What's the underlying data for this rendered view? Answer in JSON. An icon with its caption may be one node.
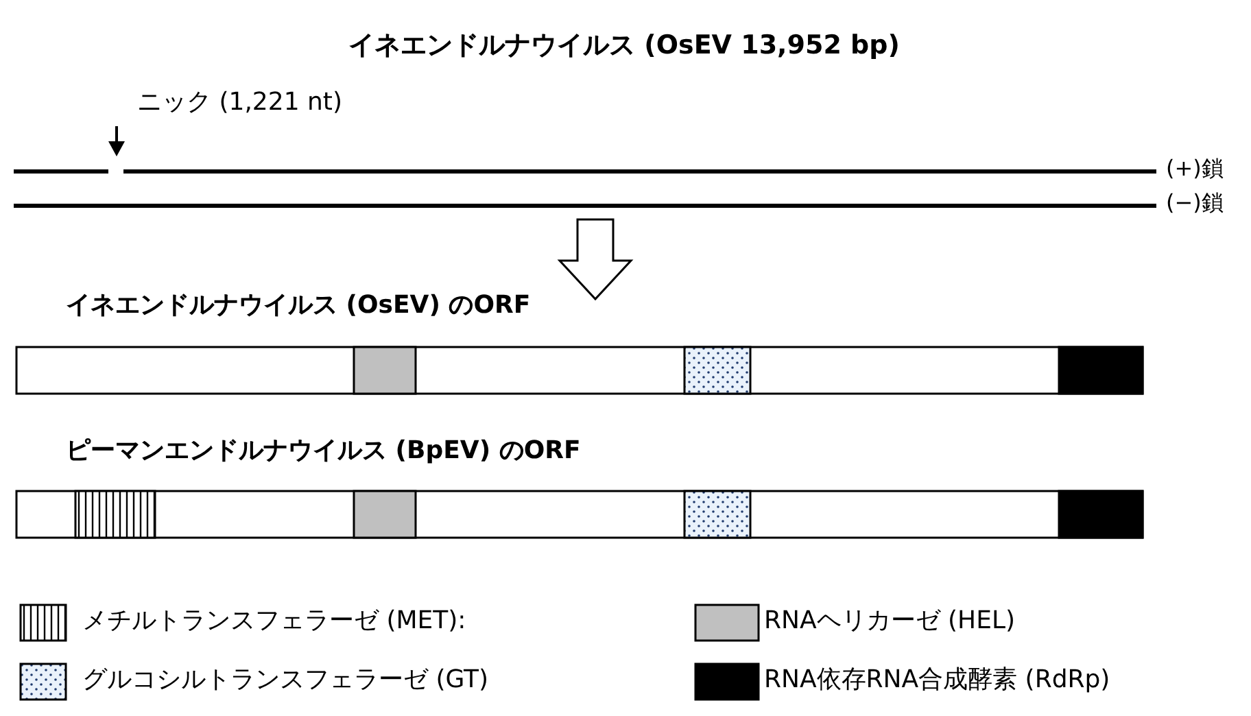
{
  "diagram": {
    "title": "イネエンドルナウイルス (OsEV 13,952 bp)",
    "labels": [
      "ニック (1,221 nt)",
      "(+)鎖",
      "(−)鎖",
      "イネエンドルナウイルス (OsEV) のORF",
      "ピーマンエンドルナウイルス (BpEV) のORF"
    ],
    "legend": [
      {
        "text": "メチルトランスフェラーゼ (MET):"
      },
      {
        "text": "RNAヘリカーゼ (HEL)",
        "color": "#c0c0c0"
      },
      {
        "text": "グルコシルトランスフェラーゼ (GT)"
      },
      {
        "text": "RNA依存RNA合成酵素 (RdRp)",
        "color": "#000000"
      }
    ]
  }
}
